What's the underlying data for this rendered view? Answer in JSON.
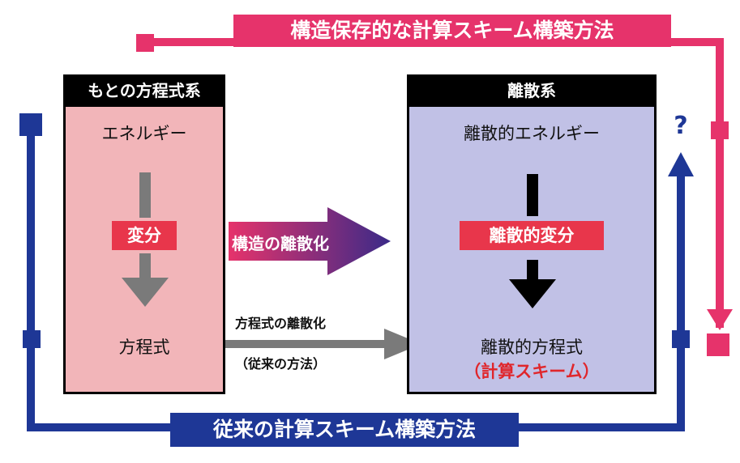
{
  "top_banner": "構造保存的な計算スキーム構築方法",
  "bottom_banner": "従来の計算スキーム構築方法",
  "left_panel": {
    "header": "もとの方程式系",
    "energy": "エネルギー",
    "variation": "変分",
    "equation": "方程式"
  },
  "right_panel": {
    "header": "離散系",
    "energy": "離散的エネルギー",
    "variation": "離散的変分",
    "equation": "離散的方程式",
    "scheme": "（計算スキーム）"
  },
  "structure_arrow_label": "構造の離散化",
  "equation_arrow": {
    "label": "方程式の離散化",
    "sublabel": "（従来の方法）"
  },
  "question_mark": "?",
  "colors": {
    "magenta": "#e6336b",
    "blue": "#1e3796",
    "left_panel": "#f2b5b9",
    "right_panel": "#c1c1e6",
    "red_label": "#e8364b",
    "gray_arrow": "#7a7a7a",
    "scheme_text": "#e0262b"
  }
}
